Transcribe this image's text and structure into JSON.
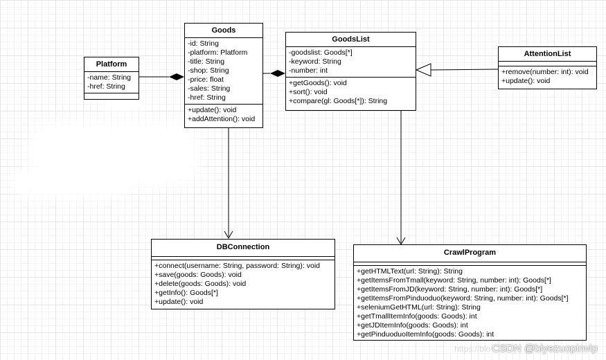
{
  "classes": {
    "platform": {
      "name": "Platform",
      "attributes": [
        "-name: String",
        "-href: String"
      ],
      "operations": []
    },
    "goods": {
      "name": "Goods",
      "attributes": [
        "-id: String",
        "-platform: Platform",
        "-title: String",
        "-shop: String",
        "-price: float",
        "-sales: String",
        "-href: String"
      ],
      "operations": [
        "+update(): void",
        "+addAttention(): void"
      ]
    },
    "goodslist": {
      "name": "GoodsList",
      "attributes": [
        "-goodslist: Goods[*]",
        "-keyword: String",
        "-number: int"
      ],
      "operations": [
        "+getGoods(): void",
        "+sort(): void",
        "+compare(gl: Goods[*]): String"
      ]
    },
    "attentionlist": {
      "name": "AttentionList",
      "attributes": [],
      "operations": [
        "+remove(number: int): void",
        "+update(): void"
      ]
    },
    "dbconnection": {
      "name": "DBConnection",
      "attributes": [],
      "operations": [
        "+connect(username: String, password: String): void",
        "+save(goods: Goods): void",
        "+delete(goods: Goods): void",
        "+getInfo(): Goods[*]",
        "+update(): void"
      ]
    },
    "crawlprogram": {
      "name": "CrawlProgram",
      "attributes": [],
      "operations": [
        "+getHTMLText(url: String): String",
        "+getItemsFromTmall(keyword: String, number: int): Goods[*]",
        "+getItemsFromJD(keyword: String, number: int): Goods[*]",
        "+getItemsFromPinduoduo(keyword: String, number: int): Goods[*]",
        "+seleniumGetHTML(url: String): String",
        "+getTmallItemInfo(goods: Goods): int",
        "+getJDItemInfo(goods: Goods): int",
        "+getPinduoduoItemInfo(goods: Goods): int"
      ]
    }
  },
  "relations": [
    {
      "from": "goods",
      "to": "platform",
      "type": "composition"
    },
    {
      "from": "goodslist",
      "to": "goods",
      "type": "composition"
    },
    {
      "from": "attentionlist",
      "to": "goodslist",
      "type": "generalization"
    },
    {
      "from": "goods",
      "to": "dbconnection",
      "type": "association"
    },
    {
      "from": "goodslist",
      "to": "crawlprogram",
      "type": "association"
    }
  ],
  "watermark": {
    "url": "https://blo",
    "text": "CSDN @biyezuopinvip"
  }
}
